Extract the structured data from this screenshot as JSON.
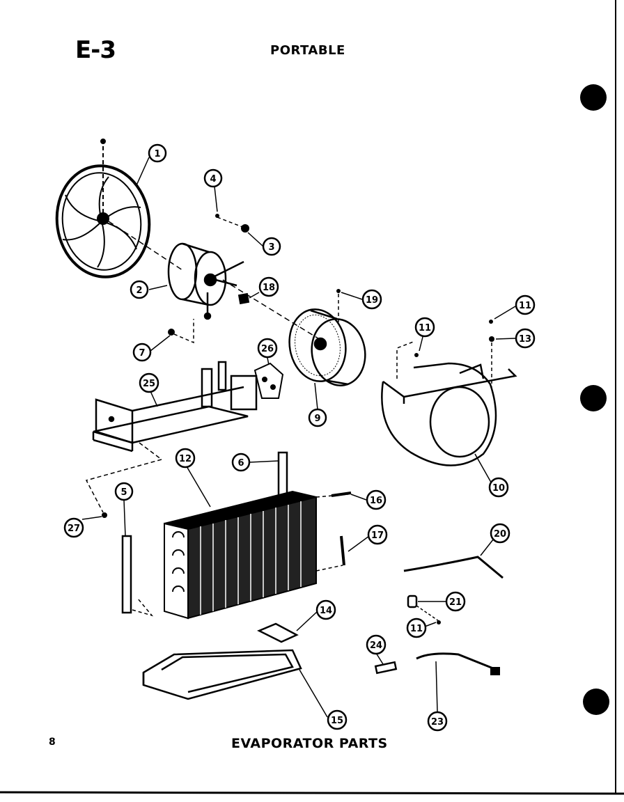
{
  "header": {
    "code": "E-3",
    "title": "PORTABLE"
  },
  "footer": {
    "page_number": "8",
    "title": "EVAPORATOR PARTS"
  },
  "callouts": {
    "c1": "1",
    "c2": "2",
    "c3": "3",
    "c4": "4",
    "c5": "5",
    "c6": "6",
    "c7": "7",
    "c9": "9",
    "c10": "10",
    "c11a": "11",
    "c11b": "11",
    "c11c": "11",
    "c12": "12",
    "c13": "13",
    "c14": "14",
    "c15": "15",
    "c16": "16",
    "c17": "17",
    "c18": "18",
    "c19": "19",
    "c20": "20",
    "c21": "21",
    "c23": "23",
    "c24": "24",
    "c25": "25",
    "c26": "26",
    "c27": "27"
  }
}
